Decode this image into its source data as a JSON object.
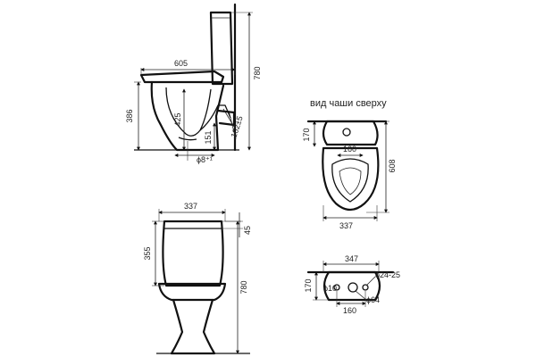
{
  "views": {
    "side": {
      "labels": {
        "length": "605",
        "total_height": "780",
        "rim_height": "386",
        "outlet_height": "425",
        "outlet_offset": "151",
        "outlet_range": "102±5",
        "pipe_diameter": "ϕ8⁺¹"
      }
    },
    "top": {
      "title": "вид чаши сверху",
      "labels": {
        "tank_depth": "170",
        "seat_width": "160",
        "depth": "608",
        "width": "337"
      }
    },
    "front": {
      "labels": {
        "width": "337",
        "tank_height": "355",
        "lid_offset": "45",
        "total_height": "780"
      }
    },
    "tank_top": {
      "labels": {
        "width": "347",
        "depth": "170",
        "hole_small": "ϕ10",
        "hole_range": "ϕ24-25",
        "hole_large": "ϕ64",
        "spacing": "160"
      }
    }
  }
}
